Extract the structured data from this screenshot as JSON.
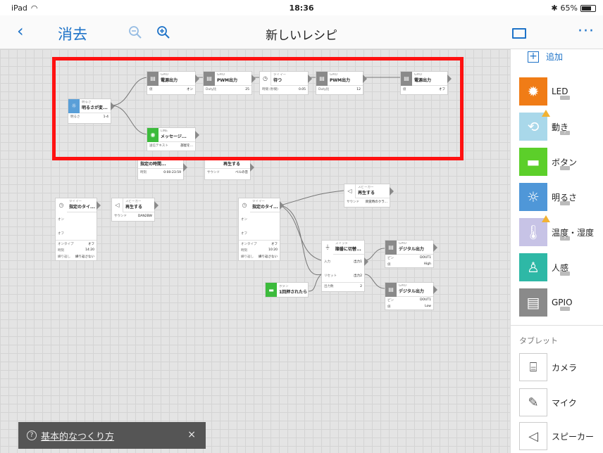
{
  "status_bar": {
    "device": "iPad",
    "time": "18:36",
    "battery": "65%"
  },
  "nav": {
    "back_icon": "chevron-left-icon",
    "undo_label": "消去",
    "title": "新しいレシピ",
    "more_label": "···"
  },
  "nodes": {
    "gpio1": {
      "category": "GPIO",
      "name": "電源出力",
      "key": "値",
      "value": "オン"
    },
    "gpio2": {
      "category": "GPIO",
      "name": "PWM出力",
      "key": "Duty比",
      "value": "25"
    },
    "timer1": {
      "category": "タイマー",
      "name": "待つ",
      "key": "時間 (秒間)",
      "value": "0.05"
    },
    "gpio3": {
      "category": "GPIO",
      "name": "PWM出力",
      "key": "Duty比",
      "value": "12"
    },
    "gpio4": {
      "category": "GPIO",
      "name": "電源出力",
      "key": "値",
      "value": "オフ"
    },
    "bright": {
      "category": "明るさ",
      "name": "明るさが変...",
      "key": "明るさ",
      "value": "1-4"
    },
    "line": {
      "category": "LINE",
      "name": "メッセージ...",
      "key": "送信テキスト",
      "value": "部屋を..."
    },
    "timer2": {
      "name": "指定の時間...",
      "key": "時刻",
      "value": "0:00-23:59"
    },
    "speaker0": {
      "name": "再生する",
      "key": "サウンド",
      "value": "ベルの音"
    },
    "timer3": {
      "category": "タイマー",
      "name": "指定のタイ...",
      "on": "オン",
      "off": "オフ",
      "k1": "オンタイプ",
      "v1": "オフ",
      "k2": "時刻",
      "v2": "14:20",
      "k3": "繰り返し",
      "v3": "繰り返さない"
    },
    "speaker1": {
      "category": "スピーカー",
      "name": "再生する",
      "key": "サウンド",
      "value": "DAN2BW"
    },
    "timer4": {
      "category": "タイマー",
      "name": "指定のタイ...",
      "on": "オン",
      "off": "オフ",
      "k1": "オンタイプ",
      "v1": "オフ",
      "k2": "時刻",
      "v2": "10:20",
      "k3": "繰り返し",
      "v3": "繰り返さない"
    },
    "speaker2": {
      "category": "スピーカー",
      "name": "再生する",
      "key": "サウンド",
      "value": "目覚時のクラ..."
    },
    "switch": {
      "category": "スイッチ",
      "name": "順番に切替...",
      "in": "入力",
      "out1": "出力1",
      "reset": "リセット",
      "out2": "出力2",
      "key": "出力数",
      "value": "2"
    },
    "button": {
      "category": "ボタン",
      "name": "1回押されたら"
    },
    "gpio5": {
      "category": "GPIO",
      "name": "デジタル出力",
      "k1": "ピン",
      "v1": "DOUT1",
      "k2": "値",
      "v2": "High"
    },
    "gpio6": {
      "category": "GPIO",
      "name": "デジタル出力",
      "k1": "ピン",
      "v1": "DOUT1",
      "k2": "値",
      "v2": "Low"
    }
  },
  "tooltip": {
    "text": "基本的なつくり方",
    "close": "×"
  },
  "panel": {
    "add_label": "追加",
    "components": [
      {
        "label": "LED",
        "icon": "led-icon",
        "color": "#f07c16"
      },
      {
        "label": "動き",
        "icon": "motion-icon",
        "color": "#a9d8ea",
        "tag": "?"
      },
      {
        "label": "ボタン",
        "icon": "button-icon",
        "color": "#5ccf2a"
      },
      {
        "label": "明るさ",
        "icon": "brightness-icon",
        "color": "#4f97d8"
      },
      {
        "label": "温度・湿度",
        "icon": "thermometer-icon",
        "color": "#c7c3e6",
        "tag": "?"
      },
      {
        "label": "人感",
        "icon": "human-sensor-icon",
        "color": "#2eb8a6"
      },
      {
        "label": "GPIO",
        "icon": "gpio-icon",
        "color": "#8a8a8a"
      }
    ],
    "section_label": "タブレット",
    "tablet": [
      {
        "label": "カメラ",
        "icon": "camera-icon"
      },
      {
        "label": "マイク",
        "icon": "microphone-icon"
      },
      {
        "label": "スピーカー",
        "icon": "speaker-icon"
      }
    ]
  }
}
